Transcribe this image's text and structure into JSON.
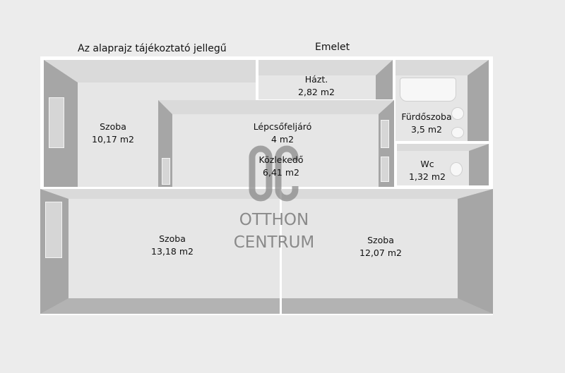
{
  "header": {
    "disclaimer": "Az alaprajz tájékoztató jellegű",
    "floor": "Emelet"
  },
  "rooms": [
    {
      "name": "Szoba",
      "area": "10,17 m2"
    },
    {
      "name": "Házt.",
      "area": "2,82 m2"
    },
    {
      "name": "Lépcsőfeljáró",
      "area": "4 m2"
    },
    {
      "name": "Közlekedő",
      "area": "6,41 m2"
    },
    {
      "name": "Fürdőszoba",
      "area": "3,5 m2"
    },
    {
      "name": "Wc",
      "area": "1,32 m2"
    },
    {
      "name": "Szoba",
      "area": "13,18 m2"
    },
    {
      "name": "Szoba",
      "area": "12,07 m2"
    }
  ],
  "watermark": {
    "logo": "OC",
    "line1": "OTTHON",
    "line2": "CENTRUM"
  }
}
